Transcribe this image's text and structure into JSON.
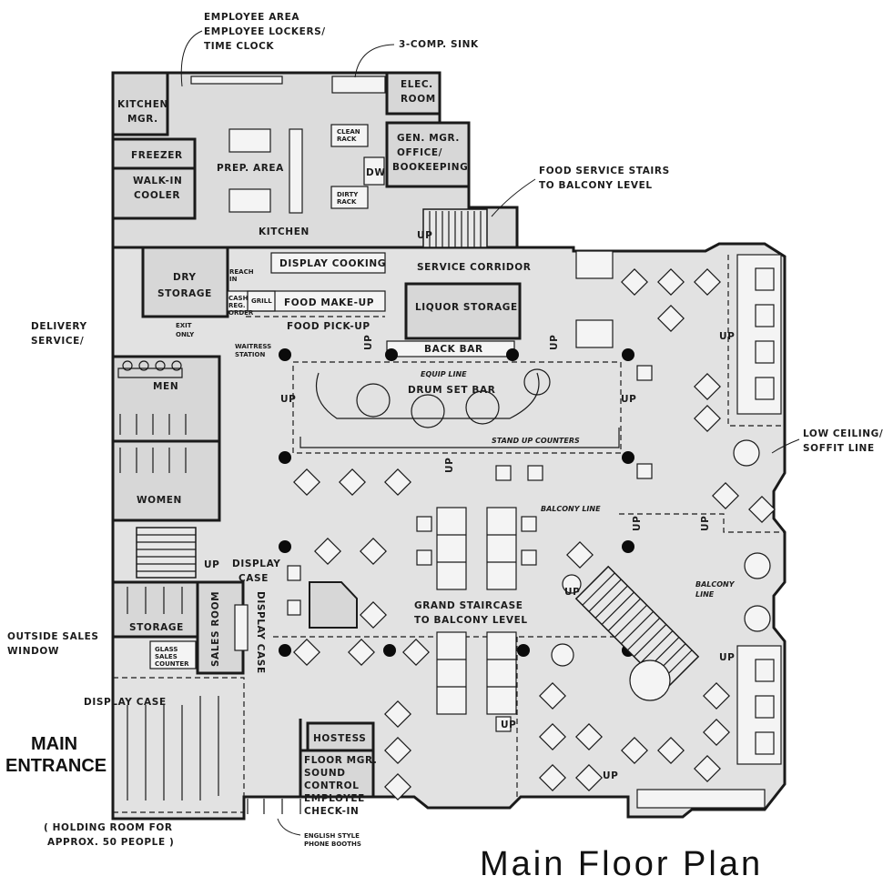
{
  "title": "Main Floor Plan",
  "colors": {
    "floor": "#e2e2e2",
    "room_fill": "#d7d7d7",
    "ink": "#1a1a1a",
    "background": "#ffffff"
  },
  "labels": {
    "employee_area": [
      "EMPLOYEE AREA",
      "EMPLOYEE LOCKERS/",
      "TIME CLOCK"
    ],
    "three_comp_sink": "3-COMP. SINK",
    "elec_room": [
      "ELEC.",
      "ROOM"
    ],
    "kitchen_mgr": [
      "KITCHEN",
      "MGR."
    ],
    "freezer": "FREEZER",
    "walk_in_cooler": [
      "WALK-IN",
      "COOLER"
    ],
    "prep_area": "PREP. AREA",
    "clean_rack": [
      "CLEAN",
      "RACK"
    ],
    "dw": "DW",
    "dirty_rack": [
      "DIRTY",
      "RACK"
    ],
    "gen_mgr_office": [
      "GEN. MGR.",
      "OFFICE/",
      "BOOKEEPING"
    ],
    "food_service_stairs": [
      "FOOD SERVICE STAIRS",
      "TO BALCONY LEVEL"
    ],
    "kitchen": "KITCHEN",
    "display_cooking": "DISPLAY COOKING",
    "dry_storage": [
      "DRY",
      "STORAGE"
    ],
    "reach_in": [
      "REACH",
      "IN"
    ],
    "cash_reg_order": [
      "CASH",
      "REG.",
      "ORDER"
    ],
    "grill": "GRILL",
    "food_make_up": "FOOD MAKE-UP",
    "service_corridor": "SERVICE CORRIDOR",
    "liquor_storage": "LIQUOR STORAGE",
    "food_pick_up": "FOOD PICK-UP",
    "delivery_service": [
      "DELIVERY",
      "SERVICE/"
    ],
    "exit_only": [
      "EXIT",
      "ONLY"
    ],
    "waitress_station": [
      "WAITRESS",
      "STATION"
    ],
    "back_bar": "BACK BAR",
    "equip_line": "EQUIP LINE",
    "drum_set_bar": "DRUM SET BAR",
    "stand_up_counters": "STAND UP COUNTERS",
    "men": "MEN",
    "women": "WOMEN",
    "low_ceiling": [
      "LOW CEILING/",
      "SOFFIT LINE"
    ],
    "balcony_line": "BALCONY LINE",
    "balcony_line_2": [
      "BALCONY",
      "LINE"
    ],
    "display_case": [
      "DISPLAY",
      "CASE"
    ],
    "display_case_vertical": "DISPLAY CASE",
    "sales_room": "SALES ROOM",
    "storage": "STORAGE",
    "outside_sales_window": [
      "OUTSIDE SALES",
      "WINDOW"
    ],
    "glass_sales_counter": [
      "GLASS",
      "SALES",
      "COUNTER"
    ],
    "grand_staircase": [
      "GRAND STAIRCASE",
      "TO BALCONY LEVEL"
    ],
    "display_case_entry": "DISPLAY CASE",
    "main_entrance": [
      "MAIN",
      "ENTRANCE"
    ],
    "hostess": "HOSTESS",
    "floor_mgr": [
      "FLOOR MGR.",
      "SOUND",
      "CONTROL",
      "EMPLOYEE",
      "CHECK-IN"
    ],
    "holding_room": [
      "( HOLDING ROOM FOR",
      "APPROX. 50 PEOPLE )"
    ],
    "phone_booths": [
      "ENGLISH STYLE",
      "PHONE BOOTHS"
    ],
    "up": "UP"
  }
}
